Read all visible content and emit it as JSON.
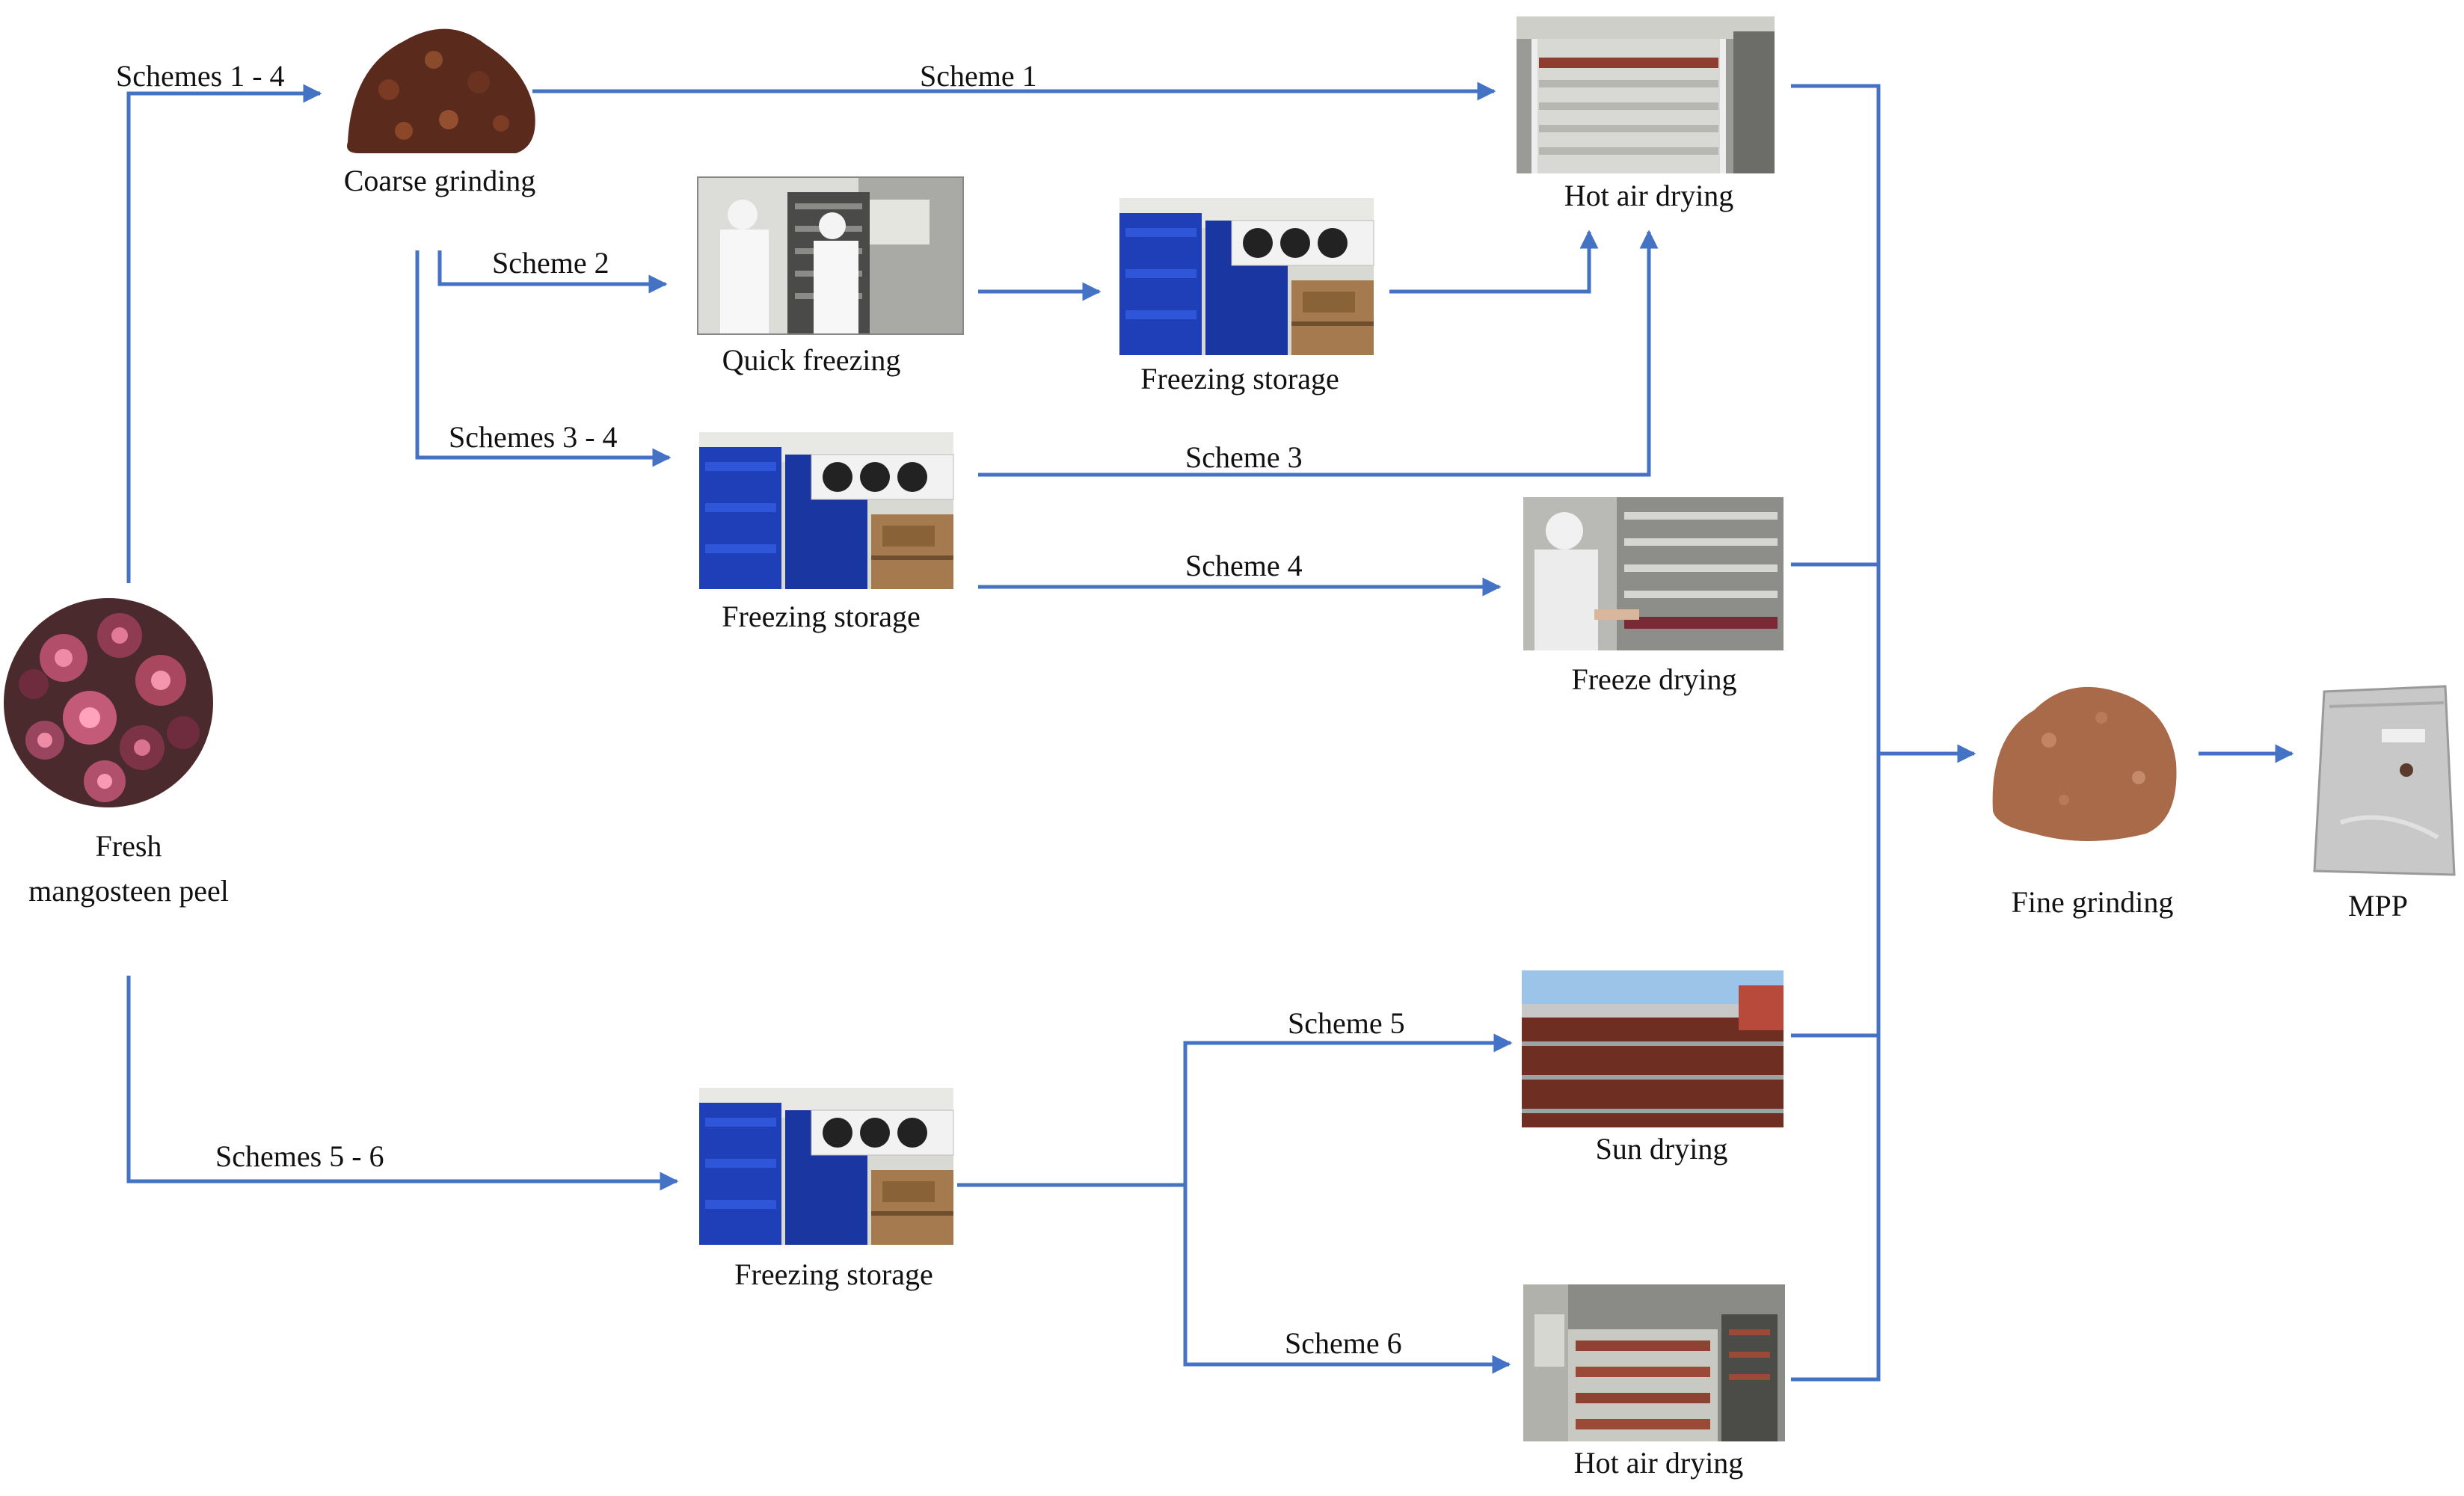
{
  "colors": {
    "arrow": "#4472c4",
    "text": "#111111",
    "peel": "#6b2a3a",
    "powder": "#a86a48",
    "cold_room_blue": "#1e3fb8",
    "package": "#c8c8c8"
  },
  "nodes": {
    "fresh_line1": "Fresh",
    "fresh_line2": "mangosteen peel",
    "coarse_grinding": "Coarse grinding",
    "quick_freezing": "Quick freezing",
    "freezing_storage_s2": "Freezing storage",
    "freezing_storage_s34": "Freezing storage",
    "freezing_storage_s56": "Freezing storage",
    "hot_air_drying_top": "Hot air drying",
    "freeze_drying": "Freeze drying",
    "sun_drying": "Sun drying",
    "hot_air_drying_bottom": "Hot air drying",
    "fine_grinding": "Fine grinding",
    "mpp": "MPP"
  },
  "edges": {
    "schemes_1_4": "Schemes 1 - 4",
    "scheme_1": "Scheme 1",
    "scheme_2": "Scheme 2",
    "schemes_3_4": "Schemes 3 - 4",
    "scheme_3": "Scheme 3",
    "scheme_4": "Scheme 4",
    "schemes_5_6": "Schemes 5 - 6",
    "scheme_5": "Scheme 5",
    "scheme_6": "Scheme 6"
  },
  "icons": {
    "fresh_peel": "mangosteen-peel-pile-icon",
    "coarse": "ground-peel-pile-icon",
    "quick_freezing": "quick-freezer-photo",
    "cold_room": "cold-storage-room-photo",
    "hot_air_dryer": "hot-air-dryer-photo",
    "freeze_dryer": "freeze-dryer-photo",
    "sun_drying": "sun-drying-yard-photo",
    "fine_powder": "fine-powder-pile-icon",
    "package": "foil-package-icon"
  }
}
